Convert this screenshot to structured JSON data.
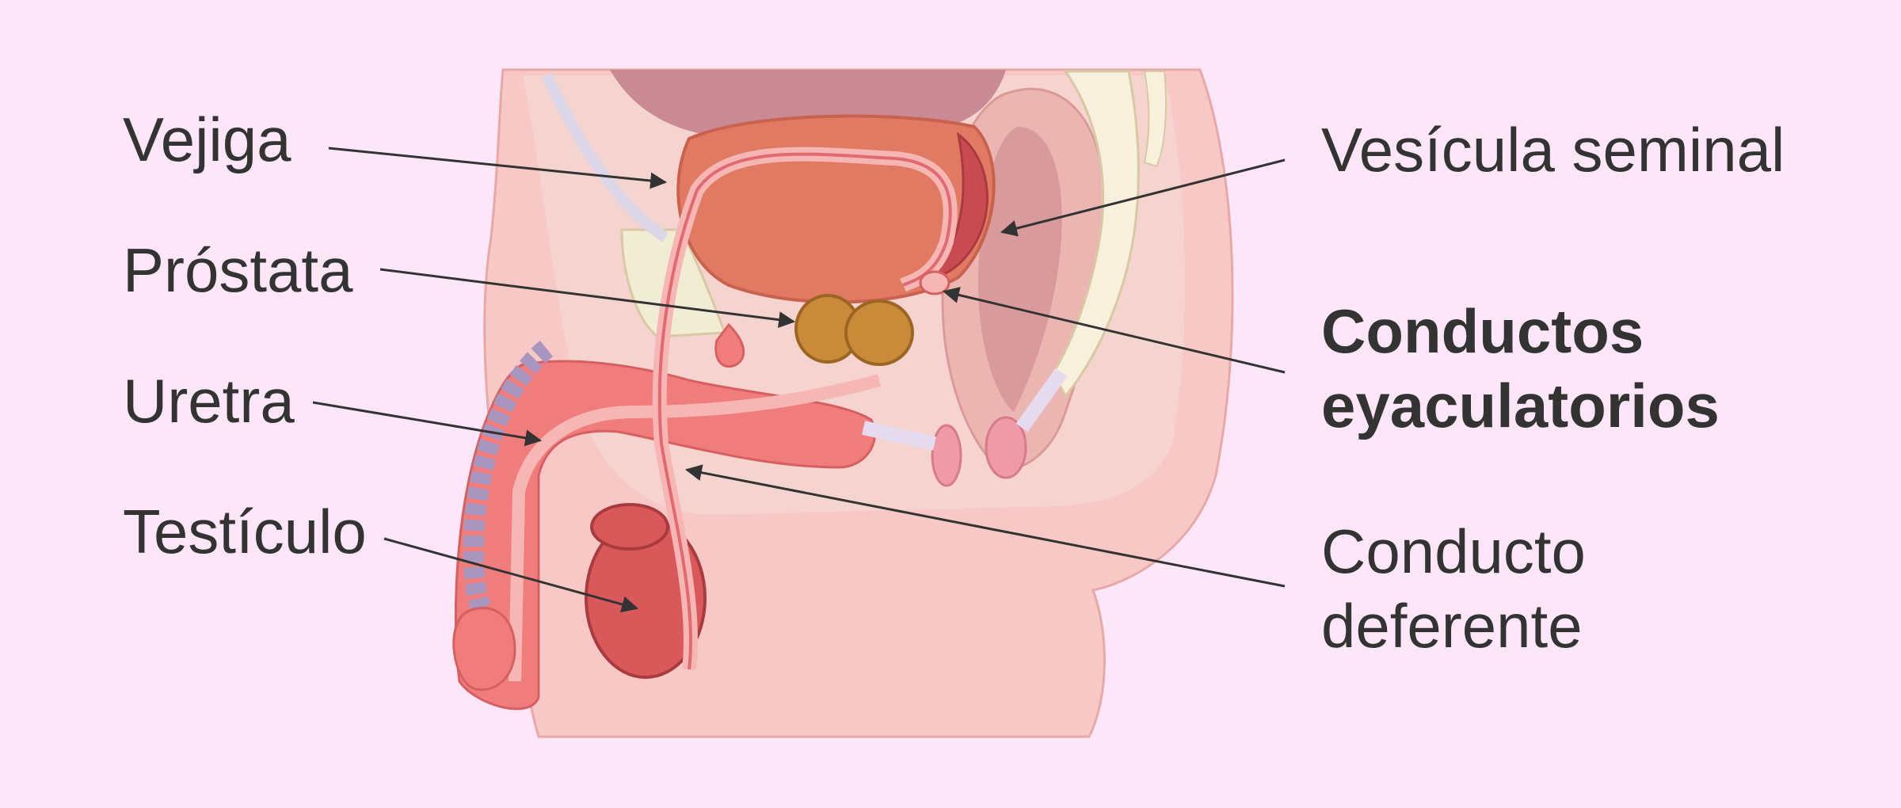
{
  "labels": {
    "vejiga": "Vejiga",
    "prostata": "Próstata",
    "uretra": "Uretra",
    "testiculo": "Testículo",
    "vesicula_seminal": "Vesícula seminal",
    "conductos_eyaculatorios": [
      "Conductos",
      "eyaculatorios"
    ],
    "conducto_deferente": [
      "Conducto",
      "deferente"
    ]
  },
  "colors": {
    "background": "#fde6f8",
    "text": "#333333",
    "skin": "#f7c8c6",
    "bladder": "#e07a63",
    "prostate": "#c98a3a",
    "urethra": "#f07c7c",
    "testicle": "#d9585a",
    "arrow": "#333333"
  }
}
